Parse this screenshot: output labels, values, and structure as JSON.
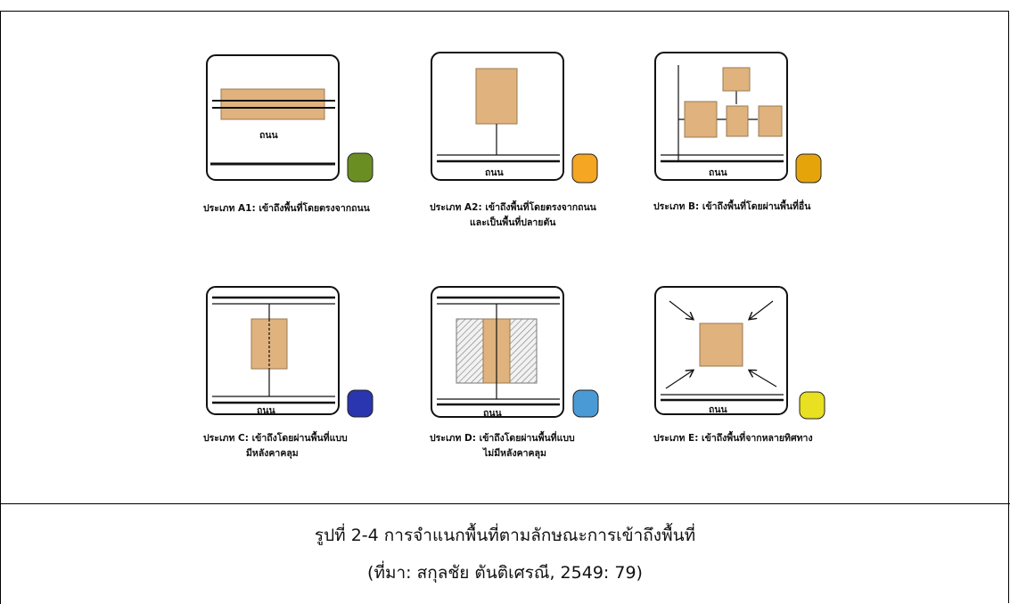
{
  "panels": [
    {
      "id": "A1",
      "caption_lines": [
        "ประเภท A1: เข้าถึงพื้นที่โดยตรงจากถนน"
      ],
      "road_label": "ถนน",
      "color": "#6b8e23"
    },
    {
      "id": "A2",
      "caption_lines": [
        "ประเภท A2: เข้าถึงพื้นที่โดยตรงจากถนน",
        "และเป็นพื้นที่ปลายตัน"
      ],
      "road_label": "ถนน",
      "color": "#f5a623"
    },
    {
      "id": "B",
      "caption_lines": [
        "ประเภท B: เข้าถึงพื้นที่โดยผ่านพื้นที่อื่น"
      ],
      "road_label": "ถนน",
      "color": "#e5a50a"
    },
    {
      "id": "C",
      "caption_lines": [
        "ประเภท C: เข้าถึงโดยผ่านพื้นที่แบบ",
        "มีหลังคาคลุม"
      ],
      "road_label": "ถนน",
      "color": "#2a35b0"
    },
    {
      "id": "D",
      "caption_lines": [
        "ประเภท D: เข้าถึงโดยผ่านพื้นที่แบบ",
        "ไม่มีหลังคาคลุม"
      ],
      "road_label": "ถนน",
      "color": "#4a9ad6"
    },
    {
      "id": "E",
      "caption_lines": [
        "ประเภท E: เข้าถึงพื้นที่จากหลายทิศทาง"
      ],
      "road_label": "ถนน",
      "color": "#e8e020"
    }
  ],
  "figure_caption": {
    "title": "รูปที่ 2-4 การจำแนกพื้นที่ตามลักษณะการเข้าถึงพื้นที่",
    "source": "(ที่มา: สกุลชัย ตันติเศรณี, 2549: 79)"
  },
  "colors": {
    "space_fill": "#dfb27e",
    "space_stroke": "#9a7a50"
  }
}
